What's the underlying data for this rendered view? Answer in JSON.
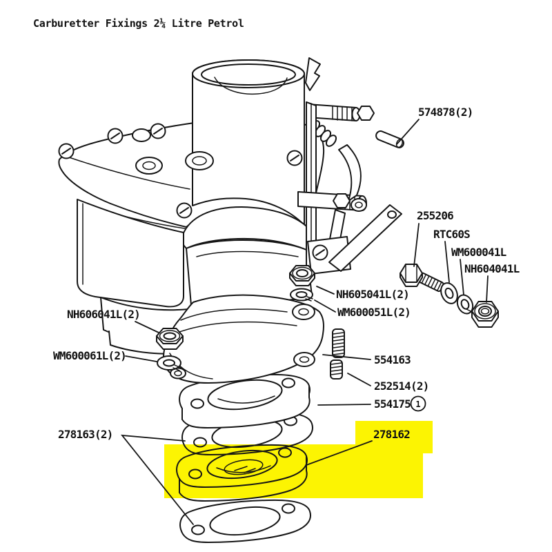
{
  "page": {
    "title": "Carburetter Fixings 2¼ Litre Petrol"
  },
  "highlight": {
    "color": "#fcf402",
    "highlighted_part": "278162"
  },
  "callout": {
    "number": "1"
  },
  "parts": [
    {
      "id": "574878",
      "label": "574878(2)"
    },
    {
      "id": "255206",
      "label": "255206"
    },
    {
      "id": "RTC60S",
      "label": "RTC60S"
    },
    {
      "id": "WM600041L",
      "label": "WM600041L"
    },
    {
      "id": "NH604041L",
      "label": "NH604041L"
    },
    {
      "id": "NH605041L",
      "label": "NH605041L(2)"
    },
    {
      "id": "WM600051L",
      "label": "WM600051L(2)"
    },
    {
      "id": "NH606041L",
      "label": "NH606041L(2)"
    },
    {
      "id": "WM600061L",
      "label": "WM600061L(2)"
    },
    {
      "id": "554163",
      "label": "554163"
    },
    {
      "id": "252514",
      "label": "252514(2)"
    },
    {
      "id": "554175",
      "label": "554175"
    },
    {
      "id": "278163",
      "label": "278163(2)"
    },
    {
      "id": "278162",
      "label": "278162"
    }
  ]
}
